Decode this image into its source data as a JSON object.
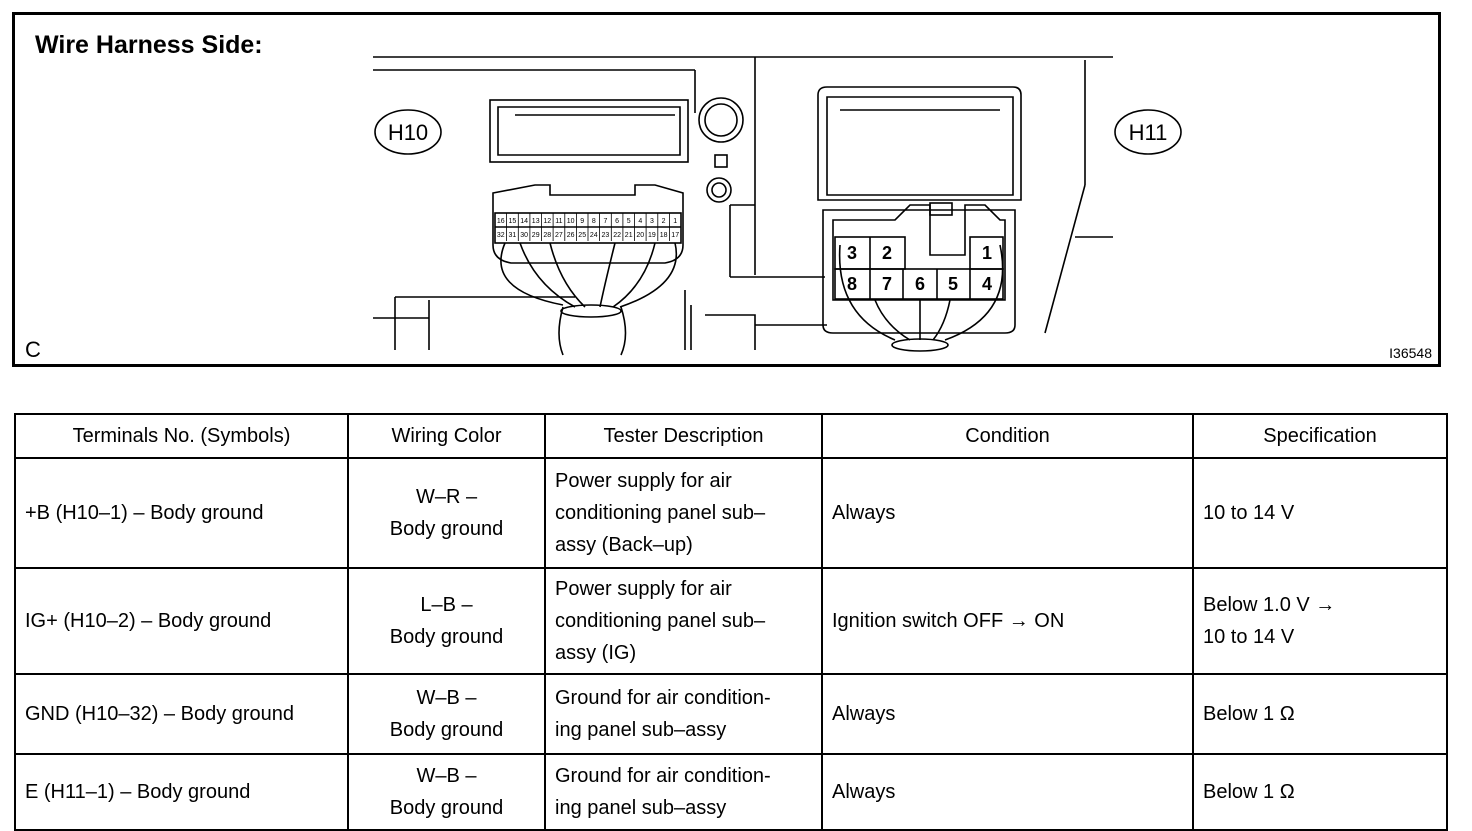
{
  "figure": {
    "title": "Wire Harness Side:",
    "corner_letter": "C",
    "figure_code": "I36548",
    "connectors": [
      {
        "label": "H10"
      },
      {
        "label": "H11"
      }
    ],
    "h10_pins_top": [
      "16",
      "15",
      "14",
      "13",
      "12",
      "11",
      "10",
      "9",
      "8",
      "7",
      "6",
      "5",
      "4",
      "3",
      "2",
      "1"
    ],
    "h10_pins_bottom": [
      "32",
      "31",
      "30",
      "29",
      "28",
      "27",
      "26",
      "25",
      "24",
      "23",
      "22",
      "21",
      "20",
      "19",
      "18",
      "17"
    ],
    "h11_pins_top": [
      "3",
      "2",
      "1"
    ],
    "h11_pins_bottom": [
      "8",
      "7",
      "6",
      "5",
      "4"
    ]
  },
  "table": {
    "headers": [
      "Terminals No. (Symbols)",
      "Wiring Color",
      "Tester Description",
      "Condition",
      "Specification"
    ],
    "rows": [
      {
        "terminal": "+B (H10–1) – Body ground",
        "wire": [
          "W–R –",
          "Body ground"
        ],
        "desc": [
          "Power supply for air",
          "conditioning panel sub–",
          "assy (Back–up)"
        ],
        "condition": "Always",
        "spec": [
          "10 to 14 V"
        ]
      },
      {
        "terminal": "IG+ (H10–2) – Body ground",
        "wire": [
          "L–B –",
          "Body ground"
        ],
        "desc": [
          "Power supply for air",
          "conditioning panel sub–",
          "assy (IG)"
        ],
        "condition": "Ignition switch OFF → ON",
        "spec": [
          "Below 1.0 V →",
          "10 to 14 V"
        ]
      },
      {
        "terminal": "GND (H10–32) – Body ground",
        "wire": [
          "W–B –",
          "Body ground"
        ],
        "desc": [
          "Ground for air condition-",
          "ing panel sub–assy"
        ],
        "condition": "Always",
        "spec": [
          "Below 1 Ω"
        ]
      },
      {
        "terminal": "E (H11–1) – Body ground",
        "wire": [
          "W–B –",
          "Body ground"
        ],
        "desc": [
          "Ground for air condition-",
          "ing panel sub–assy"
        ],
        "condition": "Always",
        "spec": [
          "Below 1 Ω"
        ]
      }
    ]
  }
}
